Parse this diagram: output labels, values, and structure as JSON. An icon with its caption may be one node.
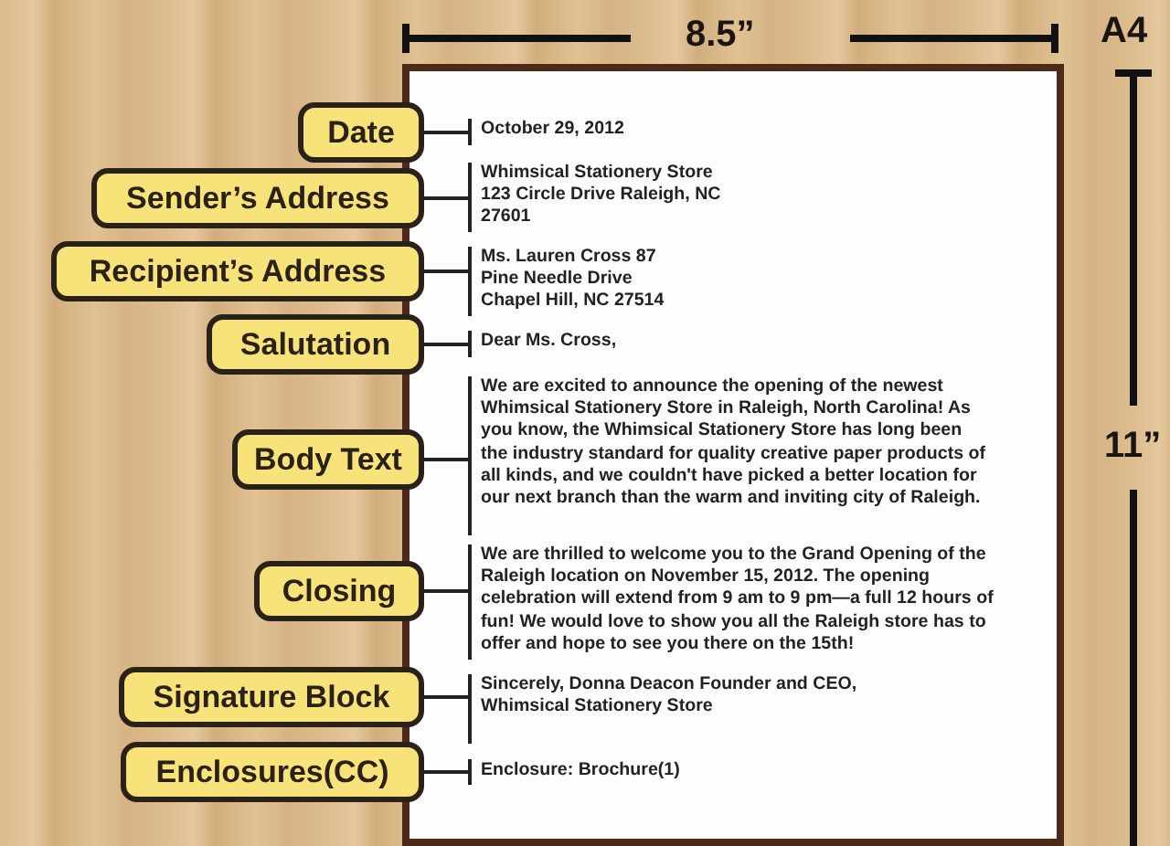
{
  "diagram": {
    "nodes": [
      {
        "text": [
          "Date"
        ]
      },
      {
        "text": [
          "Sender’s Address"
        ]
      },
      {
        "text": [
          "Recipient’s Address"
        ]
      },
      {
        "text": [
          "Salutation"
        ]
      },
      {
        "text": [
          "Body Text"
        ]
      },
      {
        "text": [
          "Closing"
        ]
      },
      {
        "text": [
          "Signature Block"
        ]
      },
      {
        "text": [
          "Enclosures(CC)"
        ]
      },
      {
        "text": [
          "October 29, 2012"
        ]
      },
      {
        "text": [
          "Whimsical Stationery Store 123 Circle Drive Raleigh, NC 27601"
        ]
      },
      {
        "text": [
          "Ms. Lauren Cross 87 Pine Needle Drive Chapel Hill, NC 27514"
        ]
      },
      {
        "text": [
          "Dear Ms. Cross,"
        ]
      },
      {
        "text": [
          "We are excited to announce the opening of the newest Whimsical Stationery Store in Raleigh, North Carolina! As you know, the Whimsical Stationery Store has long been the industry standard for quality creative paper products of all kinds, and we couldn't have picked a better location for our next branch than the warm and inviting city of Raleigh."
        ]
      },
      {
        "text": [
          "We are thrilled to welcome you to the Grand Opening of the Raleigh location on November 15, 2012. The opening celebration will extend from 9 am to 9 pm—a full 12 hours of fun! We would love to show you all the Raleigh store has to offer and hope to see you there on the 15th!"
        ]
      },
      {
        "text": [
          "Sincerely, Donna Deacon Founder and CEO, Whimsical Stationery Store"
        ]
      },
      {
        "text": [
          "Enclosure: Brochure(1)"
        ]
      }
    ],
    "edges": [
      {
        "from": 0,
        "to": 8,
        "arrow": "other"
      },
      {
        "from": 1,
        "to": 9,
        "arrow": "other"
      },
      {
        "from": 2,
        "to": 10,
        "arrow": "other"
      },
      {
        "from": 3,
        "to": 11,
        "arrow": "other"
      },
      {
        "from": 4,
        "to": 12,
        "arrow": "other"
      },
      {
        "from": 5,
        "to": 13,
        "arrow": "other"
      },
      {
        "from": 6,
        "to": 14,
        "arrow": "other"
      },
      {
        "from": 7,
        "to": 15,
        "arrow": "other"
      }
    ],
    "labels": [
      "8.5”",
      "A4",
      "11”"
    ]
  }
}
